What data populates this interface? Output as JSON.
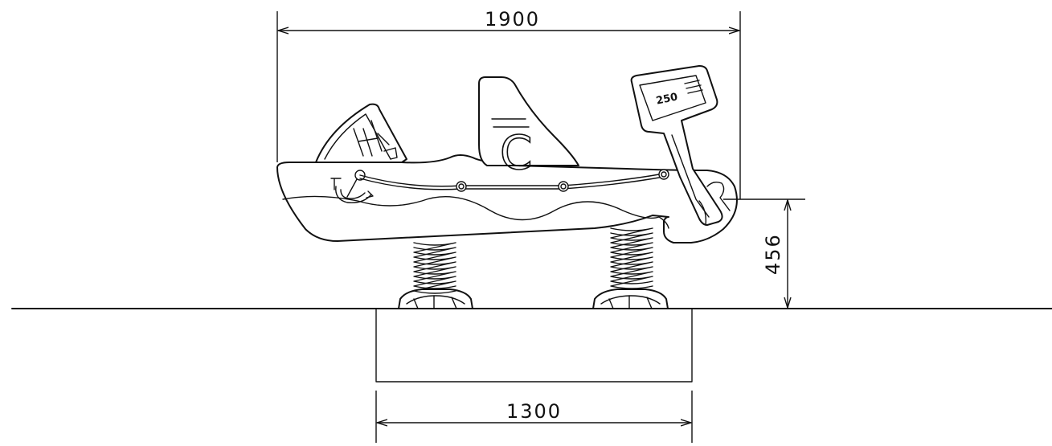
{
  "dimensions": {
    "overall_width": "1900",
    "seat_height": "456",
    "base_width": "1300"
  },
  "decorations": {
    "hull_letter": "C",
    "plate_text": "250"
  },
  "colors": {
    "line": "#111111",
    "background": "#ffffff"
  }
}
